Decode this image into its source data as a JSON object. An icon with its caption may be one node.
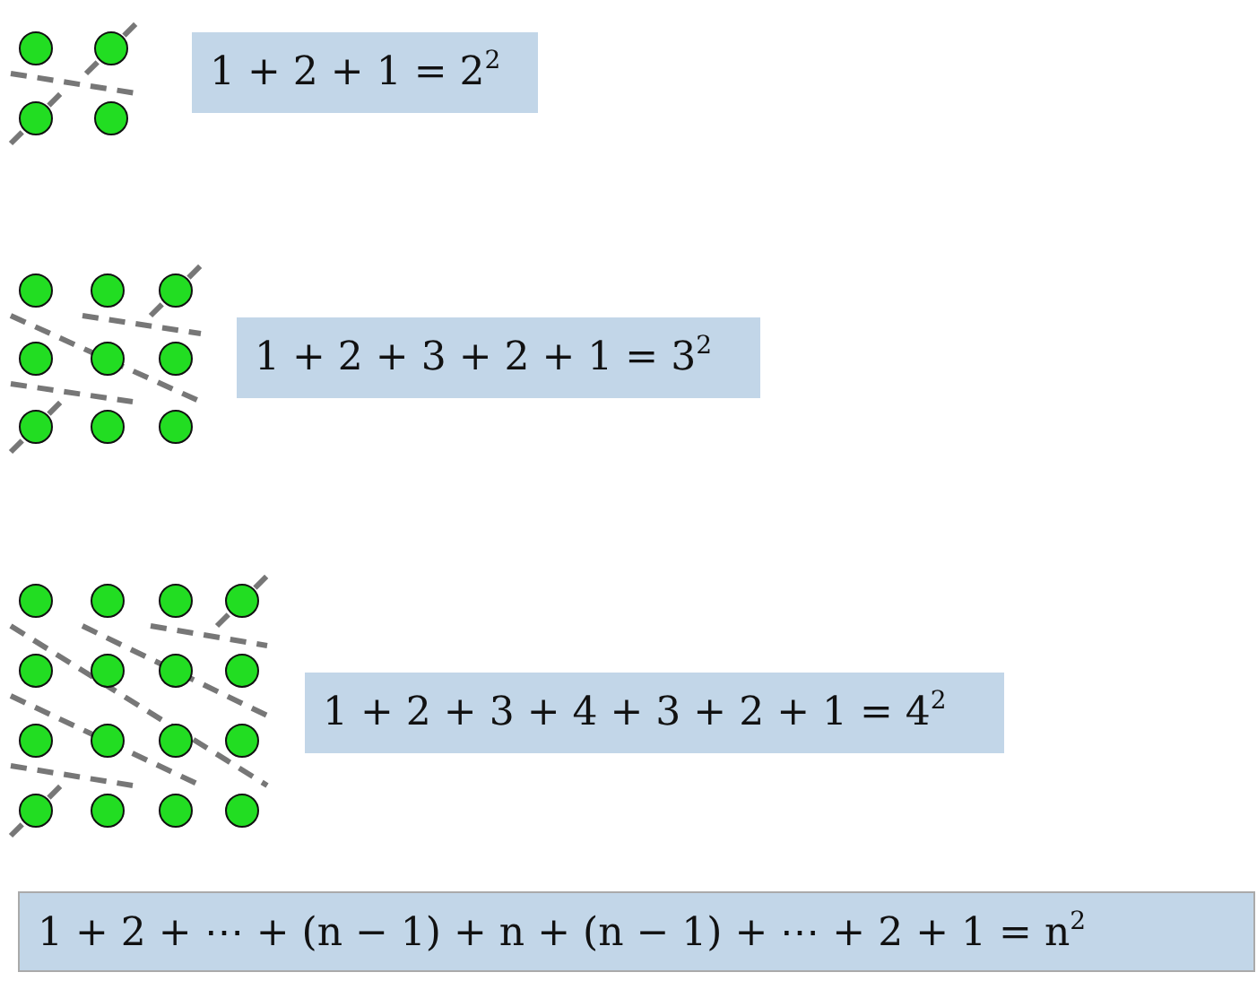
{
  "diagram": {
    "labels": [
      "1 + 2 + 1 = 2$^{2}$",
      "1 + 2 + 3 + 2 + 1 = 3$^{2}$",
      "1 + 2 + 3 + 4 + 3 + 2 + 1 = 4$^{2}$",
      "1 + 2 + ⋯ + (n − 1) + n + (n − 1) + ⋯ + 2 + 1 = n$^{2}$"
    ]
  }
}
